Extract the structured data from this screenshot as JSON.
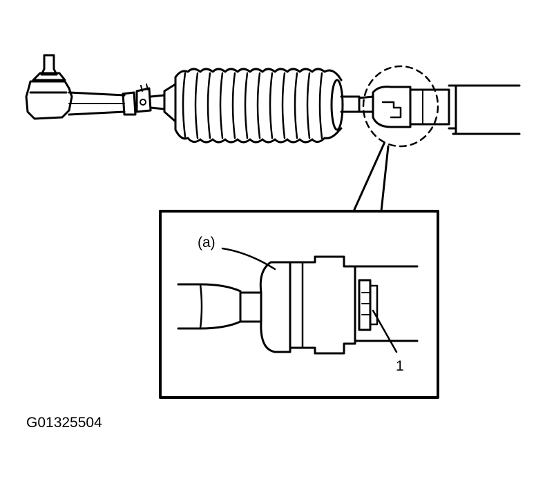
{
  "labels": {
    "detail_callout": "(a)",
    "part_number": "1",
    "figure_code": "G01325504"
  }
}
